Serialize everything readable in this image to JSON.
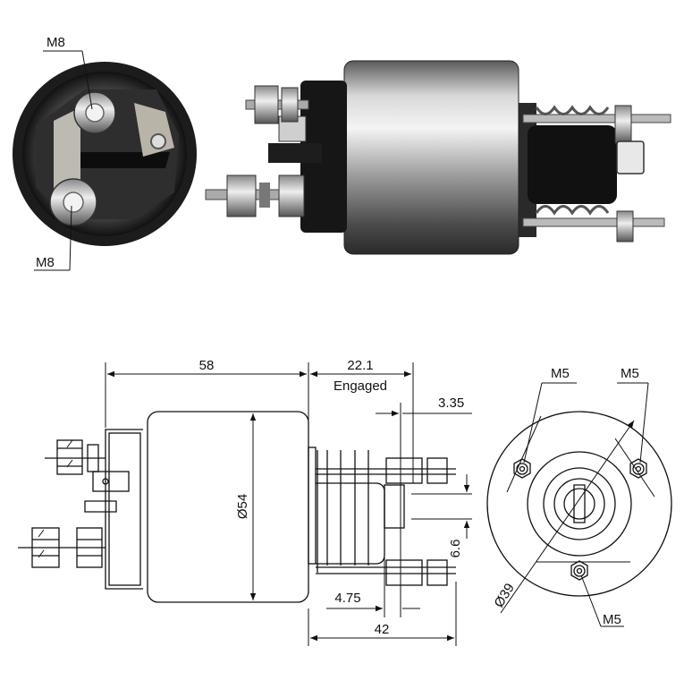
{
  "photo_labels": {
    "terminal_top": "M8",
    "terminal_bottom": "M8"
  },
  "dimensions": {
    "body_length": "58",
    "stroke": "22.1",
    "stroke_note": "Engaged",
    "plunger_offset": "3.35",
    "diameter_body": "Ø54",
    "slot_width": "6.6",
    "plunger_recess": "4.75",
    "rear_length": "42"
  },
  "end_view": {
    "stud_top_left": "M5",
    "stud_top_right": "M5",
    "stud_bottom": "M5",
    "bolt_circle": "Ø39"
  },
  "colors": {
    "line": "#111111",
    "metal_light": "#e4e4e4",
    "metal_dark": "#3a3a3a",
    "body_black": "#1a1a1a"
  }
}
